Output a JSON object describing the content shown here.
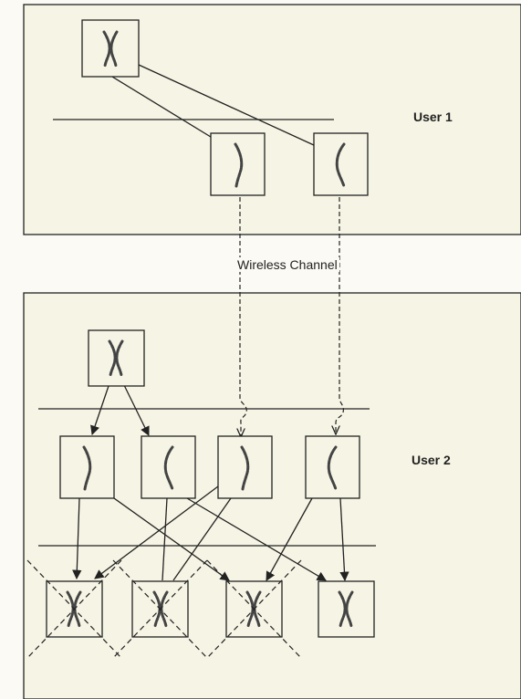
{
  "labels": {
    "user1": "User 1",
    "user2": "User 2",
    "channel": "Wireless Channel"
  },
  "colors": {
    "background": "#fbfaf4",
    "panel": "#f6f4e4",
    "stroke": "#222222",
    "chromosome": "#444444"
  },
  "icons": {
    "parent": "chromosome-pair-icon",
    "single": "chromosome-icon",
    "crossed": "crossed-out-icon"
  }
}
